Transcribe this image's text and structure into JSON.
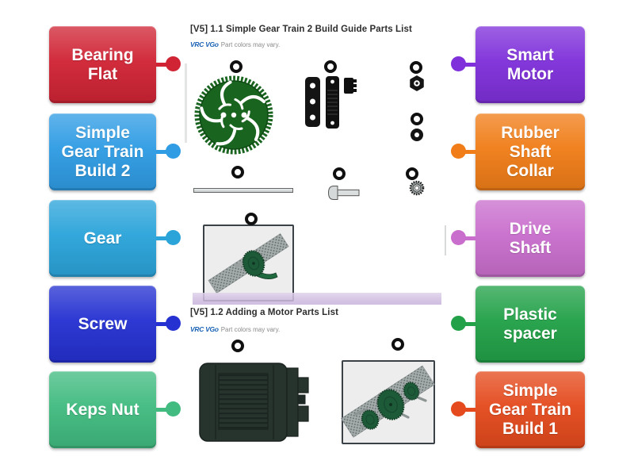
{
  "palette": {
    "page_bg": "#ffffff",
    "marker_ring": "#101010",
    "gear_green": "#19641f",
    "build_gear_green": "#1d5a38",
    "build_gear_edge": "#123c25",
    "rail_gray": "#a4abab",
    "motor_charcoal": "#27332d",
    "motor_line": "#1a231f",
    "frame_border": "#3b4247",
    "frame_bg": "#ededee",
    "part_black": "#141414",
    "metal_gray": "#d5d9d9",
    "logo_blue": "#1b63b5",
    "note_gray": "#8a8a8a",
    "title_color": "#2d2d2d",
    "band_purple": "#d2c0e2"
  },
  "sections": [
    {
      "heading": "[V5] 1.1 Simple Gear Train 2 Build Guide Parts List",
      "logo": "VRC VGo",
      "note": "Part colors may vary."
    },
    {
      "heading": "[V5] 1.2 Adding a Motor Parts List",
      "logo": "VRC VGo",
      "note": "Part colors may vary."
    }
  ],
  "left_labels": [
    {
      "text": "Bearing\nFlat",
      "color": "#d02435"
    },
    {
      "text": "Simple\nGear Train\nBuild 2",
      "color": "#2f9ce4"
    },
    {
      "text": "Gear",
      "color": "#2ba4da"
    },
    {
      "text": "Screw",
      "color": "#2531d1"
    },
    {
      "text": "Keps Nut",
      "color": "#41bb80"
    }
  ],
  "right_labels": [
    {
      "text": "Smart\nMotor",
      "color": "#7f30da"
    },
    {
      "text": "Rubber\nShaft\nCollar",
      "color": "#f07d18"
    },
    {
      "text": "Drive\nShaft",
      "color": "#c96ecd"
    },
    {
      "text": "Plastic\nspacer",
      "color": "#22a148"
    },
    {
      "text": "Simple\nGear Train\nBuild 1",
      "color": "#e44a1d"
    }
  ],
  "answer_markers_count": 10
}
